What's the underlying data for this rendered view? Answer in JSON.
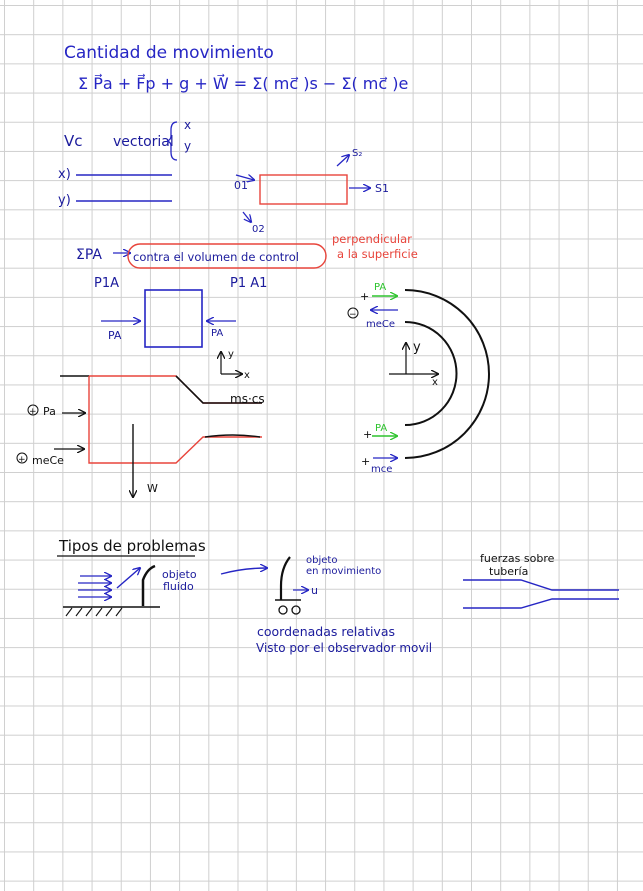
{
  "header": {
    "title": "Cantidad de movimiento",
    "equation": "Σ P⃗a + F⃗p + g + W⃗ = Σ( mc⃗ )s − Σ( mc⃗ )e"
  },
  "vector_notes": {
    "vc_label": "Vc",
    "vectorial_label": "vectorial",
    "axis_x": "x",
    "axis_y": "y",
    "line_x_label": "x)",
    "line_y_label": "y)"
  },
  "control_volume_box": {
    "outlet_top": "S₂",
    "inlet_left": "01",
    "outlet_right": "S1",
    "inlet_bottom": "02"
  },
  "pressure_notes": {
    "sum_pa": "ΣPA",
    "against_cv": "contra el volumen de control",
    "perpendicular": "perpendicular",
    "to_surface": "a la superficie",
    "p1a_left": "P1A",
    "p1a_right": "P1 A1",
    "pa_arrow_left": "PA",
    "pa_arrow_right": "PA",
    "axis_y": "y",
    "axis_x": "x"
  },
  "nozzle_diagram": {
    "pa_label": "Pa",
    "mece_label": "meCe",
    "mscs_label": "ms·cs",
    "w_label": "W",
    "plus_sign": "+"
  },
  "bend_diagram": {
    "pa_top": "PA",
    "mece_top": "meCe",
    "pa_bottom": "PA",
    "mce_bottom": "mce",
    "plus": "+",
    "minus": "−",
    "axis_y": "y",
    "axis_x": "x"
  },
  "problem_types": {
    "heading": "Tipos de problemas",
    "fixed_object": "objeto",
    "fluid": "fluido",
    "moving_object_1": "objeto",
    "moving_object_2": "en movimiento",
    "velocity": "u",
    "relative_coords": "coordenadas relativas",
    "observer": "Visto por el observador movil",
    "pipe_forces_1": "fuerzas sobre",
    "pipe_forces_2": "tubería"
  }
}
